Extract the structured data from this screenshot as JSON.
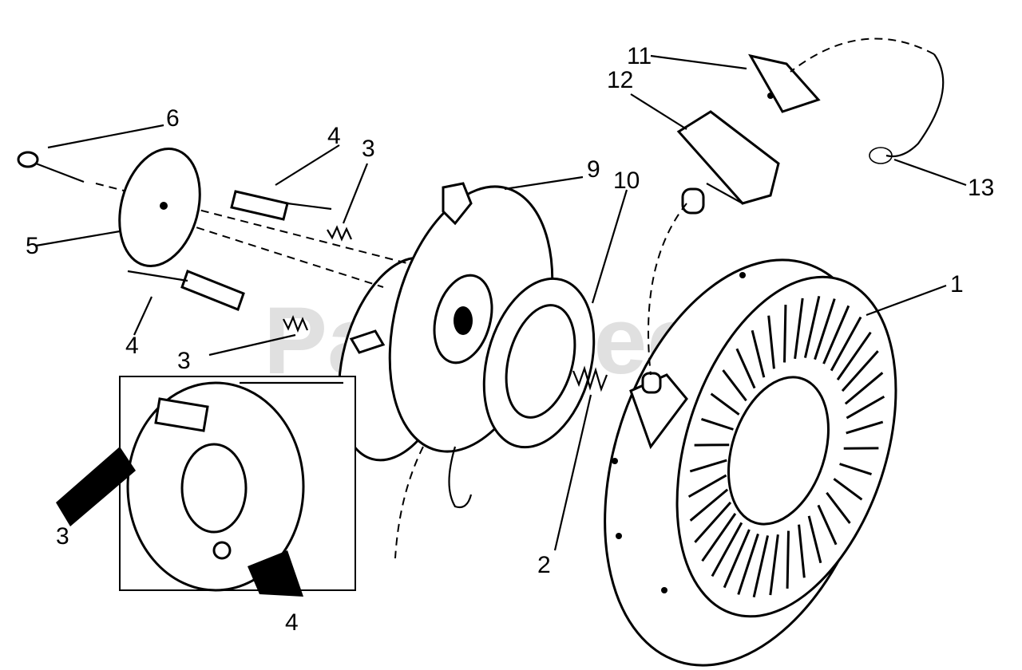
{
  "watermark": "PartsTree",
  "labels": [
    {
      "id": "1",
      "text": "1"
    },
    {
      "id": "2",
      "text": "2"
    },
    {
      "id": "3a",
      "text": "3"
    },
    {
      "id": "3b",
      "text": "3"
    },
    {
      "id": "3c",
      "text": "3"
    },
    {
      "id": "4a",
      "text": "4"
    },
    {
      "id": "4b",
      "text": "4"
    },
    {
      "id": "4c",
      "text": "4"
    },
    {
      "id": "5",
      "text": "5"
    },
    {
      "id": "6",
      "text": "6"
    },
    {
      "id": "9",
      "text": "9"
    },
    {
      "id": "10",
      "text": "10"
    },
    {
      "id": "11",
      "text": "11"
    },
    {
      "id": "12",
      "text": "12"
    },
    {
      "id": "13",
      "text": "13"
    }
  ]
}
